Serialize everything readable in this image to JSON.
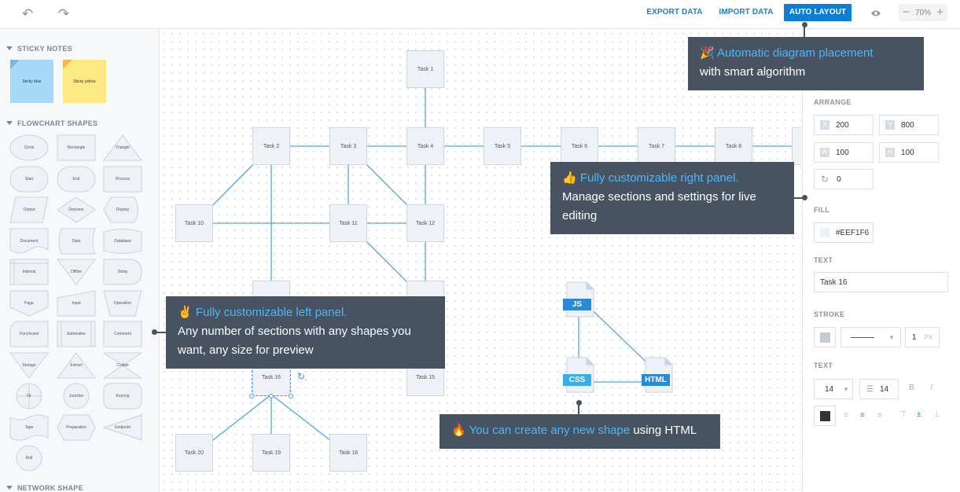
{
  "toolbar": {
    "undo_icon": "undo-icon",
    "redo_icon": "redo-icon",
    "export_label": "EXPORT DATA",
    "import_label": "IMPORT DATA",
    "autolayout_label": "AUTO LAYOUT",
    "eye_icon": "eye-icon",
    "zoom_minus": "−",
    "zoom_value": "70%",
    "zoom_plus": "+"
  },
  "left_panel": {
    "sticky_header": "STICKY NOTES",
    "sticky_notes": [
      {
        "label": "Sticky blue",
        "color": "#a6d8f7",
        "fold": "#78b8e6"
      },
      {
        "label": "Sticky yellow",
        "color": "#fbe983",
        "fold": "#f3b94f"
      }
    ],
    "flowchart_header": "FLOWCHART SHAPES",
    "shapes": [
      "Circle",
      "Rectangle",
      "Triangle",
      "Start",
      "End",
      "Process",
      "Output",
      "Decision",
      "Display",
      "Document",
      "Data",
      "Database",
      "Internal",
      "Offline",
      "Delay",
      "Page",
      "Input",
      "Operation",
      "Punchcard",
      "Subroutine",
      "Comment",
      "Storage",
      "Extract",
      "Collate",
      "Or",
      "Junction",
      "Keyring",
      "Tape",
      "Preparation",
      "Endpoint",
      "Roll"
    ],
    "network_header": "NETWORK SHAPE"
  },
  "canvas": {
    "tasks": [
      "Task 1",
      "Task 2",
      "Task 3",
      "Task 4",
      "Task 5",
      "Task 6",
      "Task 7",
      "Task 8",
      "Task 10",
      "Task 11",
      "Task 12",
      "Task 15",
      "Task 16",
      "Task 20",
      "Task 19",
      "Task 18"
    ],
    "files": [
      "JS",
      "CSS",
      "HTML"
    ]
  },
  "right_panel": {
    "arrange_header": "ARRANGE",
    "x_label": "X",
    "x_value": "200",
    "y_label": "Y",
    "y_value": "800",
    "w_label": "W",
    "w_value": "100",
    "h_label": "H",
    "h_value": "100",
    "rotation_value": "0",
    "fill_header": "FILL",
    "fill_value": "#EEF1F6",
    "text_header": "TEXT",
    "text_value": "Task 16",
    "stroke_header": "STROKE",
    "stroke_width": "1",
    "stroke_unit": "PX",
    "text2_header": "TEXT",
    "font_size": "14",
    "line_height": "14",
    "bold_label": "B",
    "italic_label": "I"
  },
  "tooltips": {
    "auto_layout": {
      "emoji": "🎉",
      "highlight": "Automatic diagram placement",
      "rest": "with smart algorithm"
    },
    "right_panel": {
      "emoji": "👍",
      "highlight": "Fully customizable right panel.",
      "rest": "Manage sections and settings for live editing"
    },
    "left_panel": {
      "emoji": "✌",
      "highlight": "Fully customizable left panel.",
      "rest": "Any number of sections with any shapes you want, any size for preview"
    },
    "new_shape": {
      "emoji": "🔥",
      "highlight": "You can create any new shape",
      "rest": " using HTML"
    }
  },
  "colors": {
    "accent": "#0c7fd4",
    "edge": "#4fa6e6",
    "tooltip_bg": "#475360",
    "tooltip_highlight": "#4ab8ff",
    "js": "#2b8ad8",
    "css": "#3aaee8",
    "html": "#2b8ad8"
  }
}
